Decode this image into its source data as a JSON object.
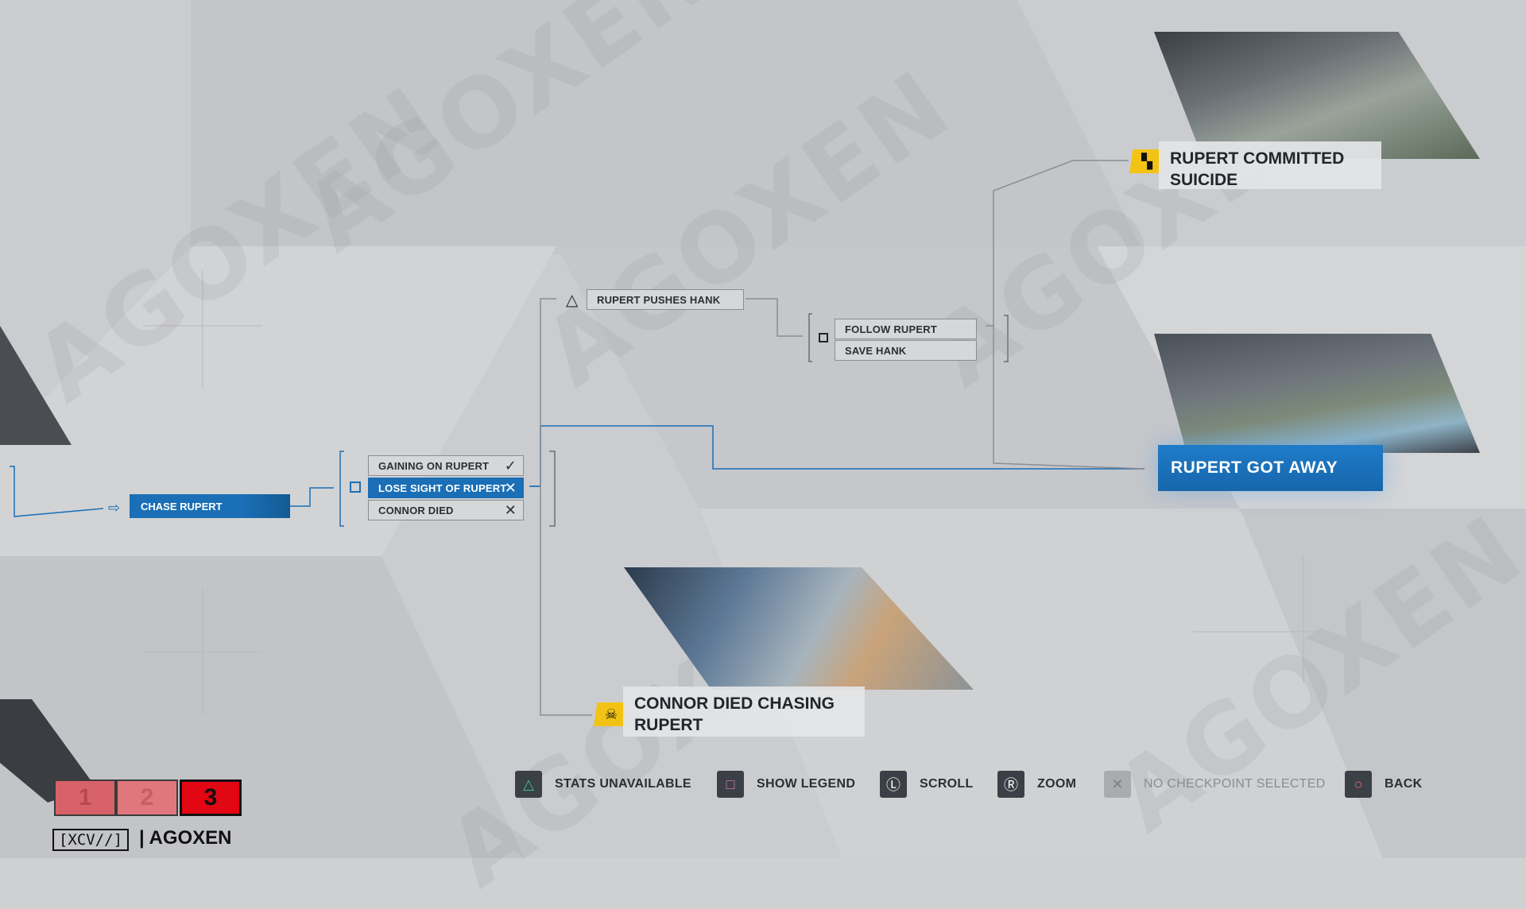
{
  "watermark": "AGOXEN",
  "flowchart": {
    "start_node": "CHASE RUPERT",
    "choices_group_1": [
      {
        "label": "GAINING ON RUPERT",
        "mark": "check",
        "selected": false
      },
      {
        "label": "LOSE SIGHT OF RUPERT",
        "mark": "x",
        "selected": true
      },
      {
        "label": "CONNOR DIED",
        "mark": "x",
        "selected": false
      }
    ],
    "qte_node": "RUPERT PUSHES HANK",
    "choices_group_2": [
      {
        "label": "FOLLOW RUPERT"
      },
      {
        "label": "SAVE HANK"
      }
    ],
    "endings": {
      "suicide": "RUPERT COMMITTED SUICIDE",
      "got_away": "RUPERT GOT AWAY",
      "connor_died": "CONNOR DIED CHASING RUPERT"
    }
  },
  "legend": [
    {
      "icon": "triangle-button-icon",
      "glyph": "△",
      "label": "STATS UNAVAILABLE",
      "dim": false,
      "color": "#3fbf8f"
    },
    {
      "icon": "square-button-icon",
      "glyph": "□",
      "label": "SHOW LEGEND",
      "dim": false,
      "color": "#e57bc4"
    },
    {
      "icon": "left-stick-icon",
      "glyph": "Ⓛ",
      "label": "SCROLL",
      "dim": false,
      "color": "#ffffff"
    },
    {
      "icon": "right-stick-icon",
      "glyph": "Ⓡ",
      "label": "ZOOM",
      "dim": false,
      "color": "#ffffff"
    },
    {
      "icon": "cross-button-icon",
      "glyph": "✕",
      "label": "NO CHECKPOINT SELECTED",
      "dim": true,
      "color": "#7d8084"
    },
    {
      "icon": "circle-button-icon",
      "glyph": "○",
      "label": "BACK",
      "dim": false,
      "color": "#ef6a6a"
    }
  ],
  "chapters": [
    "1",
    "2",
    "3"
  ],
  "active_chapter": "3",
  "brand": {
    "logo": "[XCV//]",
    "separator": "|",
    "name": "AGOXEN"
  },
  "colors": {
    "accent_blue": "#1a6fb6",
    "ending_yellow": "#f2c315",
    "chapter_red": "#e30613"
  }
}
